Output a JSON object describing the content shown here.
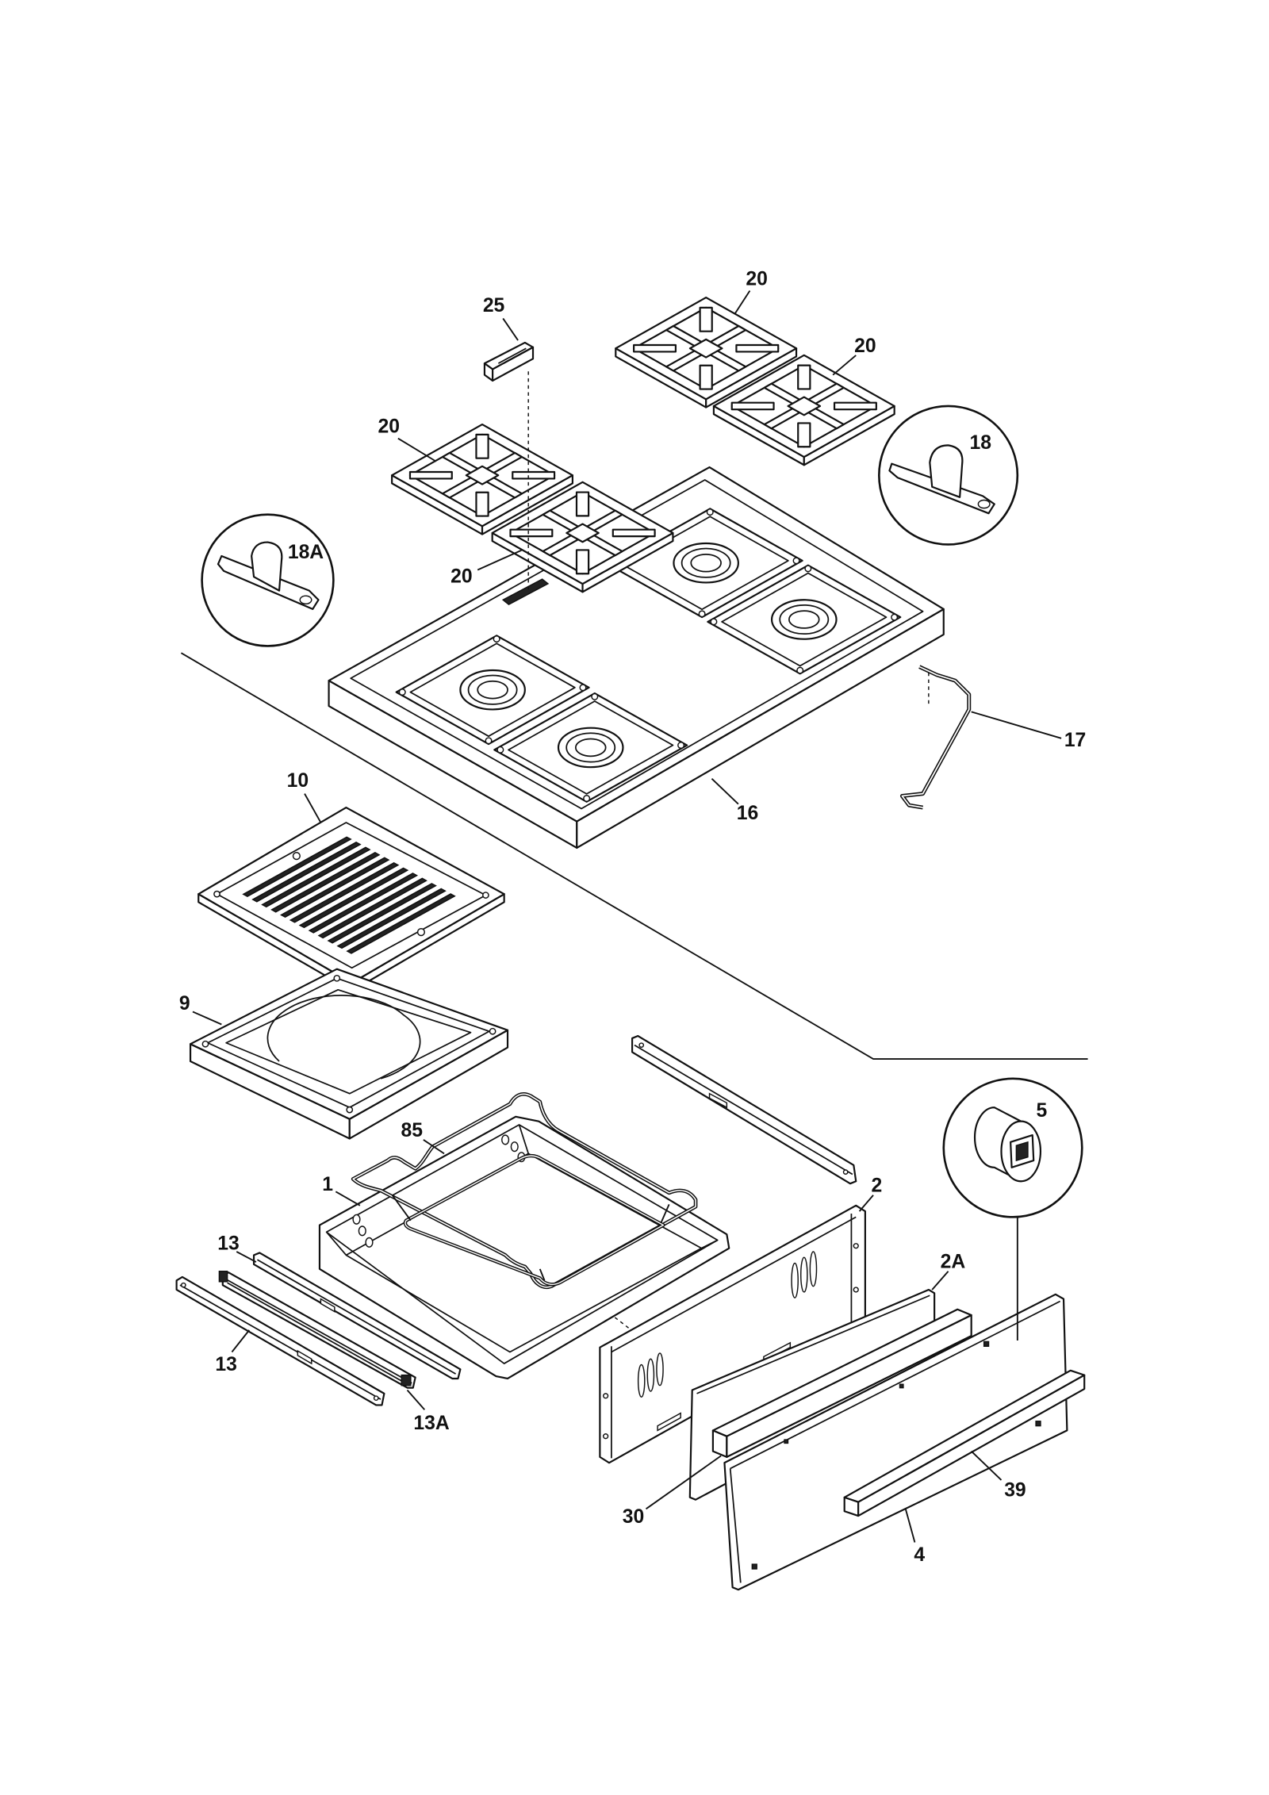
{
  "callouts": [
    "25",
    "20",
    "20",
    "20",
    "18",
    "18A",
    "20",
    "17",
    "16",
    "10",
    "9",
    "85",
    "1",
    "2",
    "5",
    "13",
    "13",
    "13A",
    "2A",
    "39",
    "30",
    "4"
  ]
}
